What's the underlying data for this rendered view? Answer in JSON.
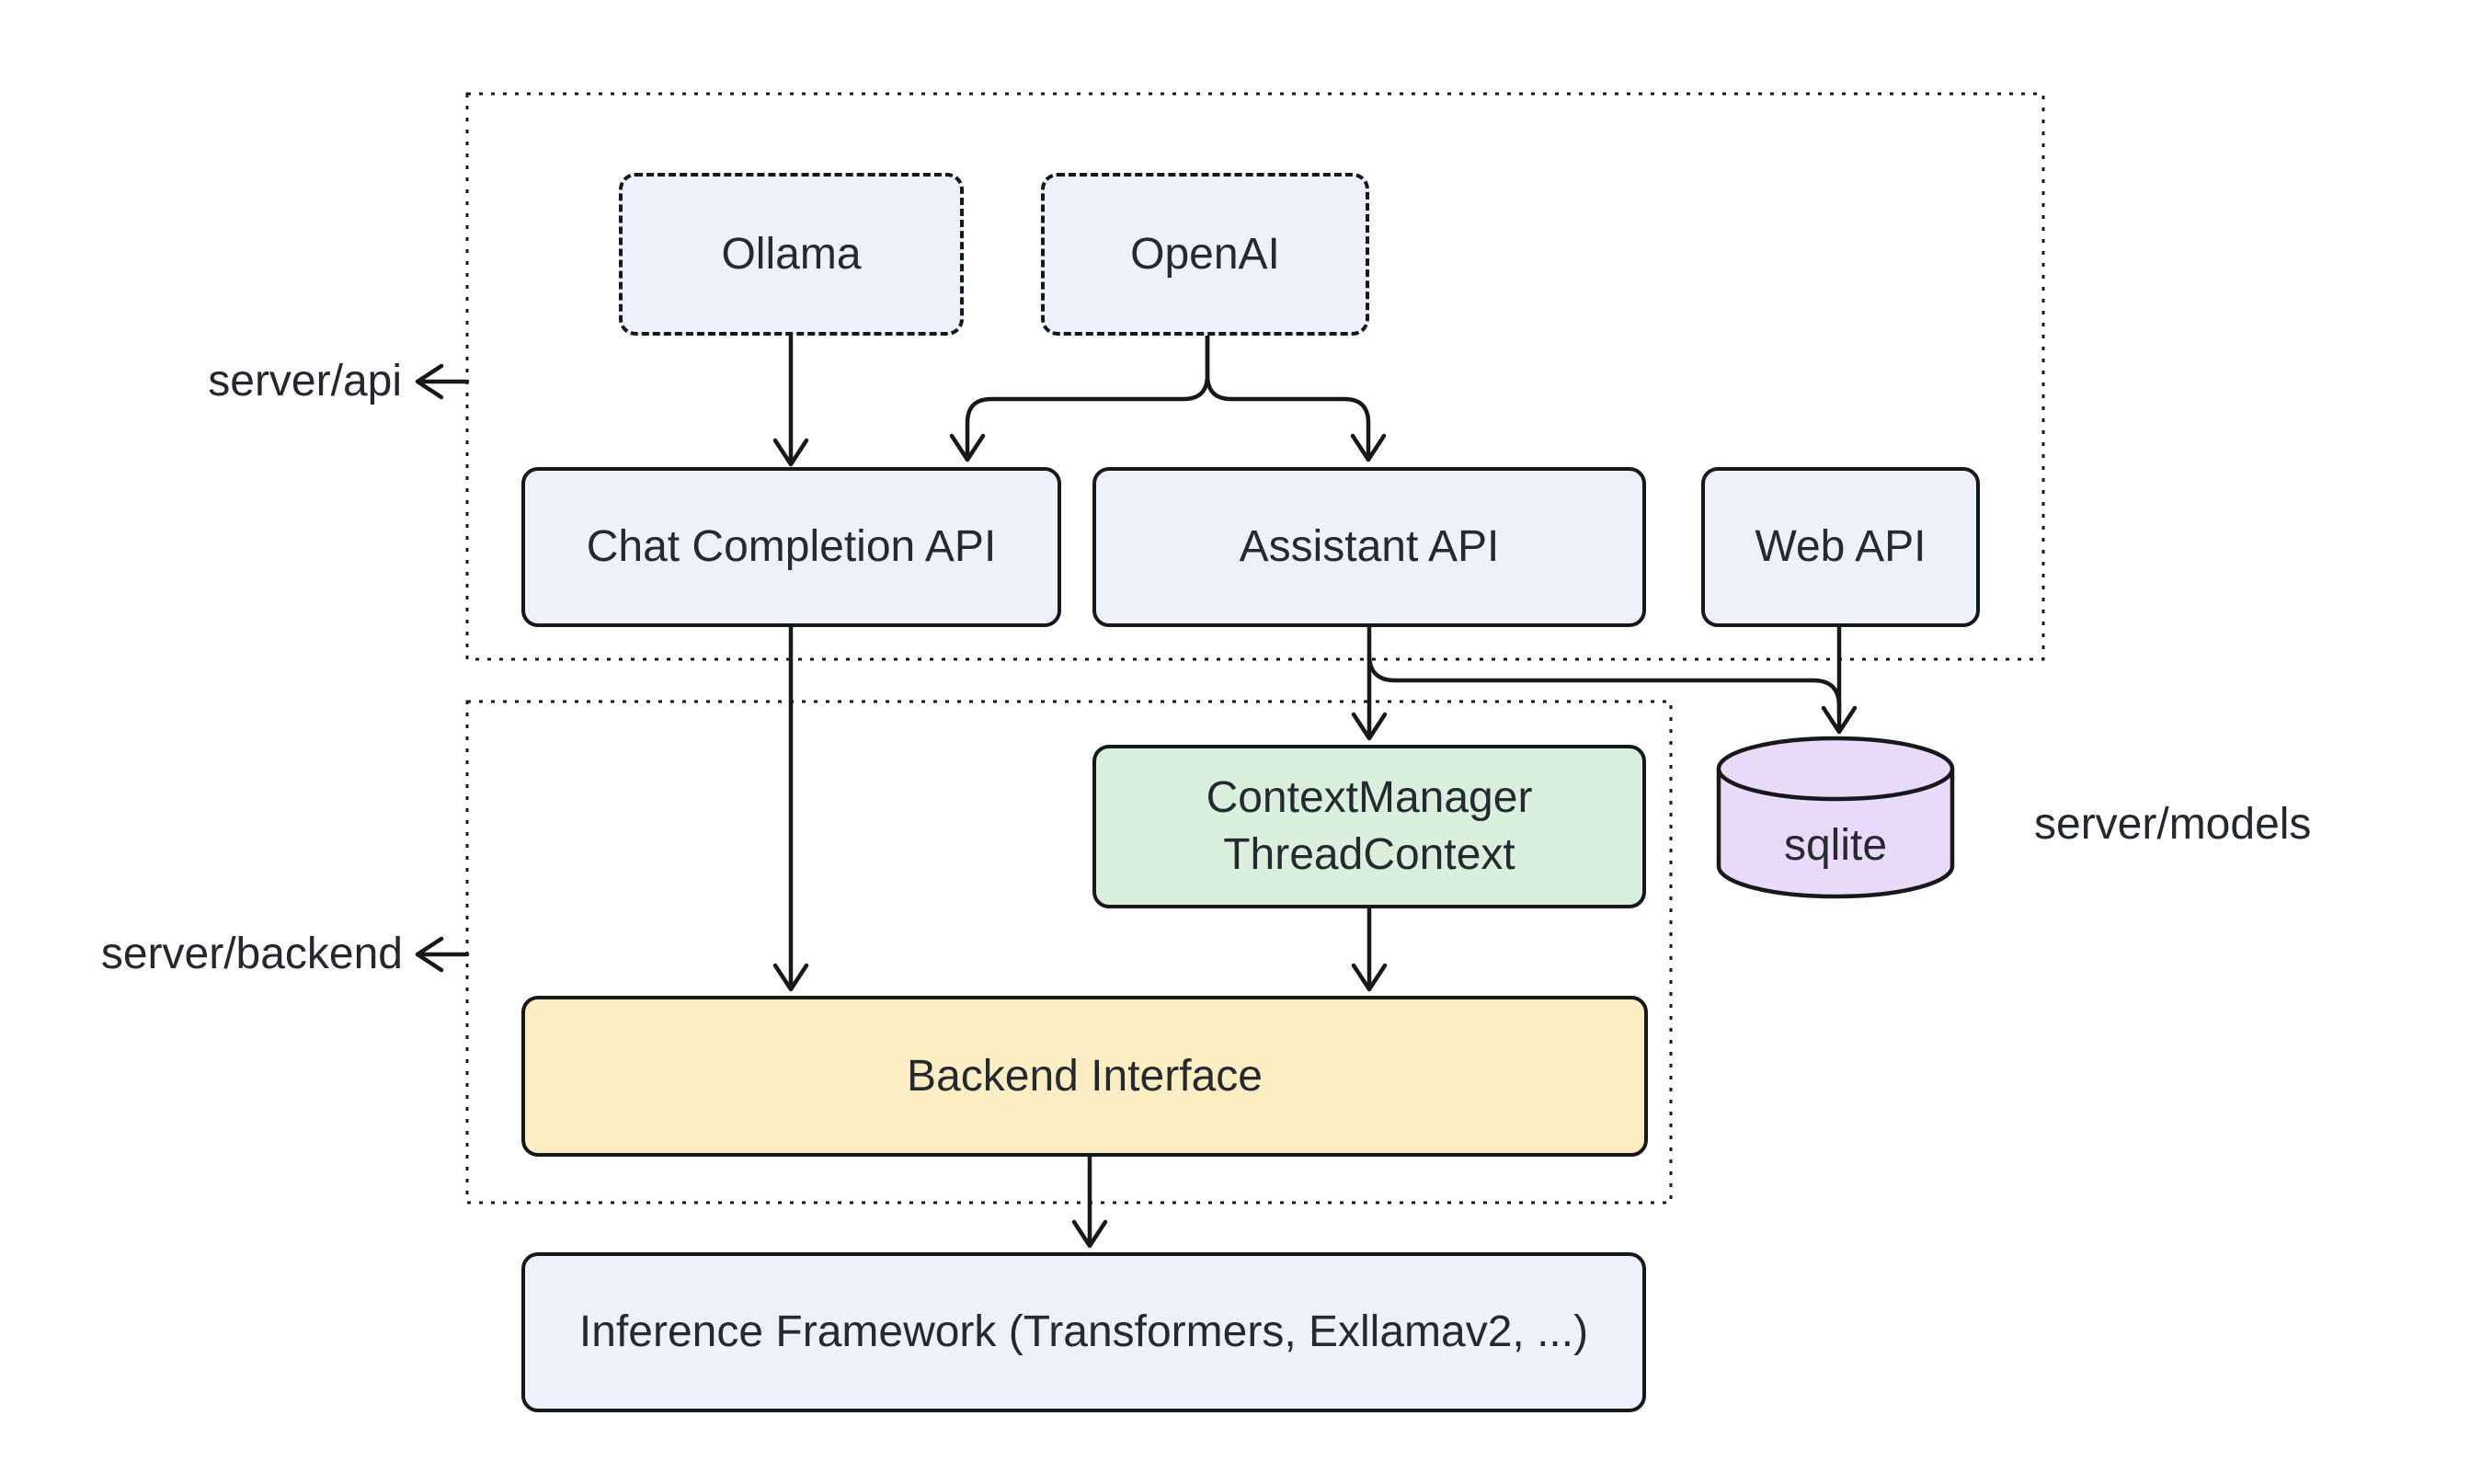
{
  "diagram": {
    "containers": {
      "server_api": {
        "label": "server/api"
      },
      "server_backend": {
        "label": "server/backend"
      }
    },
    "nodes": {
      "ollama": {
        "label": "Ollama"
      },
      "openai": {
        "label": "OpenAI"
      },
      "chat_completion_api": {
        "label": "Chat Completion API"
      },
      "assistant_api": {
        "label": "Assistant API"
      },
      "web_api": {
        "label": "Web API"
      },
      "context_manager": {
        "lines": [
          "ContextManager",
          "ThreadContext"
        ]
      },
      "sqlite": {
        "label": "sqlite"
      },
      "backend_interface": {
        "label": "Backend Interface"
      },
      "inference_framework": {
        "label": "Inference Framework (Transformers, Exllamav2, ...)"
      }
    },
    "annotations": {
      "server_models": {
        "label": "server/models"
      }
    },
    "edges": [
      {
        "from": "Ollama",
        "to": "Chat Completion API"
      },
      {
        "from": "OpenAI",
        "to": "Chat Completion API"
      },
      {
        "from": "OpenAI",
        "to": "Assistant API"
      },
      {
        "from": "Chat Completion API",
        "to": "Backend Interface"
      },
      {
        "from": "Assistant API",
        "to": "ContextManager ThreadContext"
      },
      {
        "from": "Assistant API",
        "to": "sqlite"
      },
      {
        "from": "Web API",
        "to": "sqlite"
      },
      {
        "from": "ContextManager ThreadContext",
        "to": "Backend Interface"
      },
      {
        "from": "Backend Interface",
        "to": "Inference Framework (Transformers, Exllamav2, ...)"
      }
    ],
    "colors": {
      "node_blue": "#edf1fb",
      "node_green": "#d9f1dc",
      "node_yellow": "#fcedc2",
      "node_purple": "#e9dafa",
      "stroke": "#17181a",
      "text": "#252a31",
      "background": "#ffffff"
    }
  }
}
